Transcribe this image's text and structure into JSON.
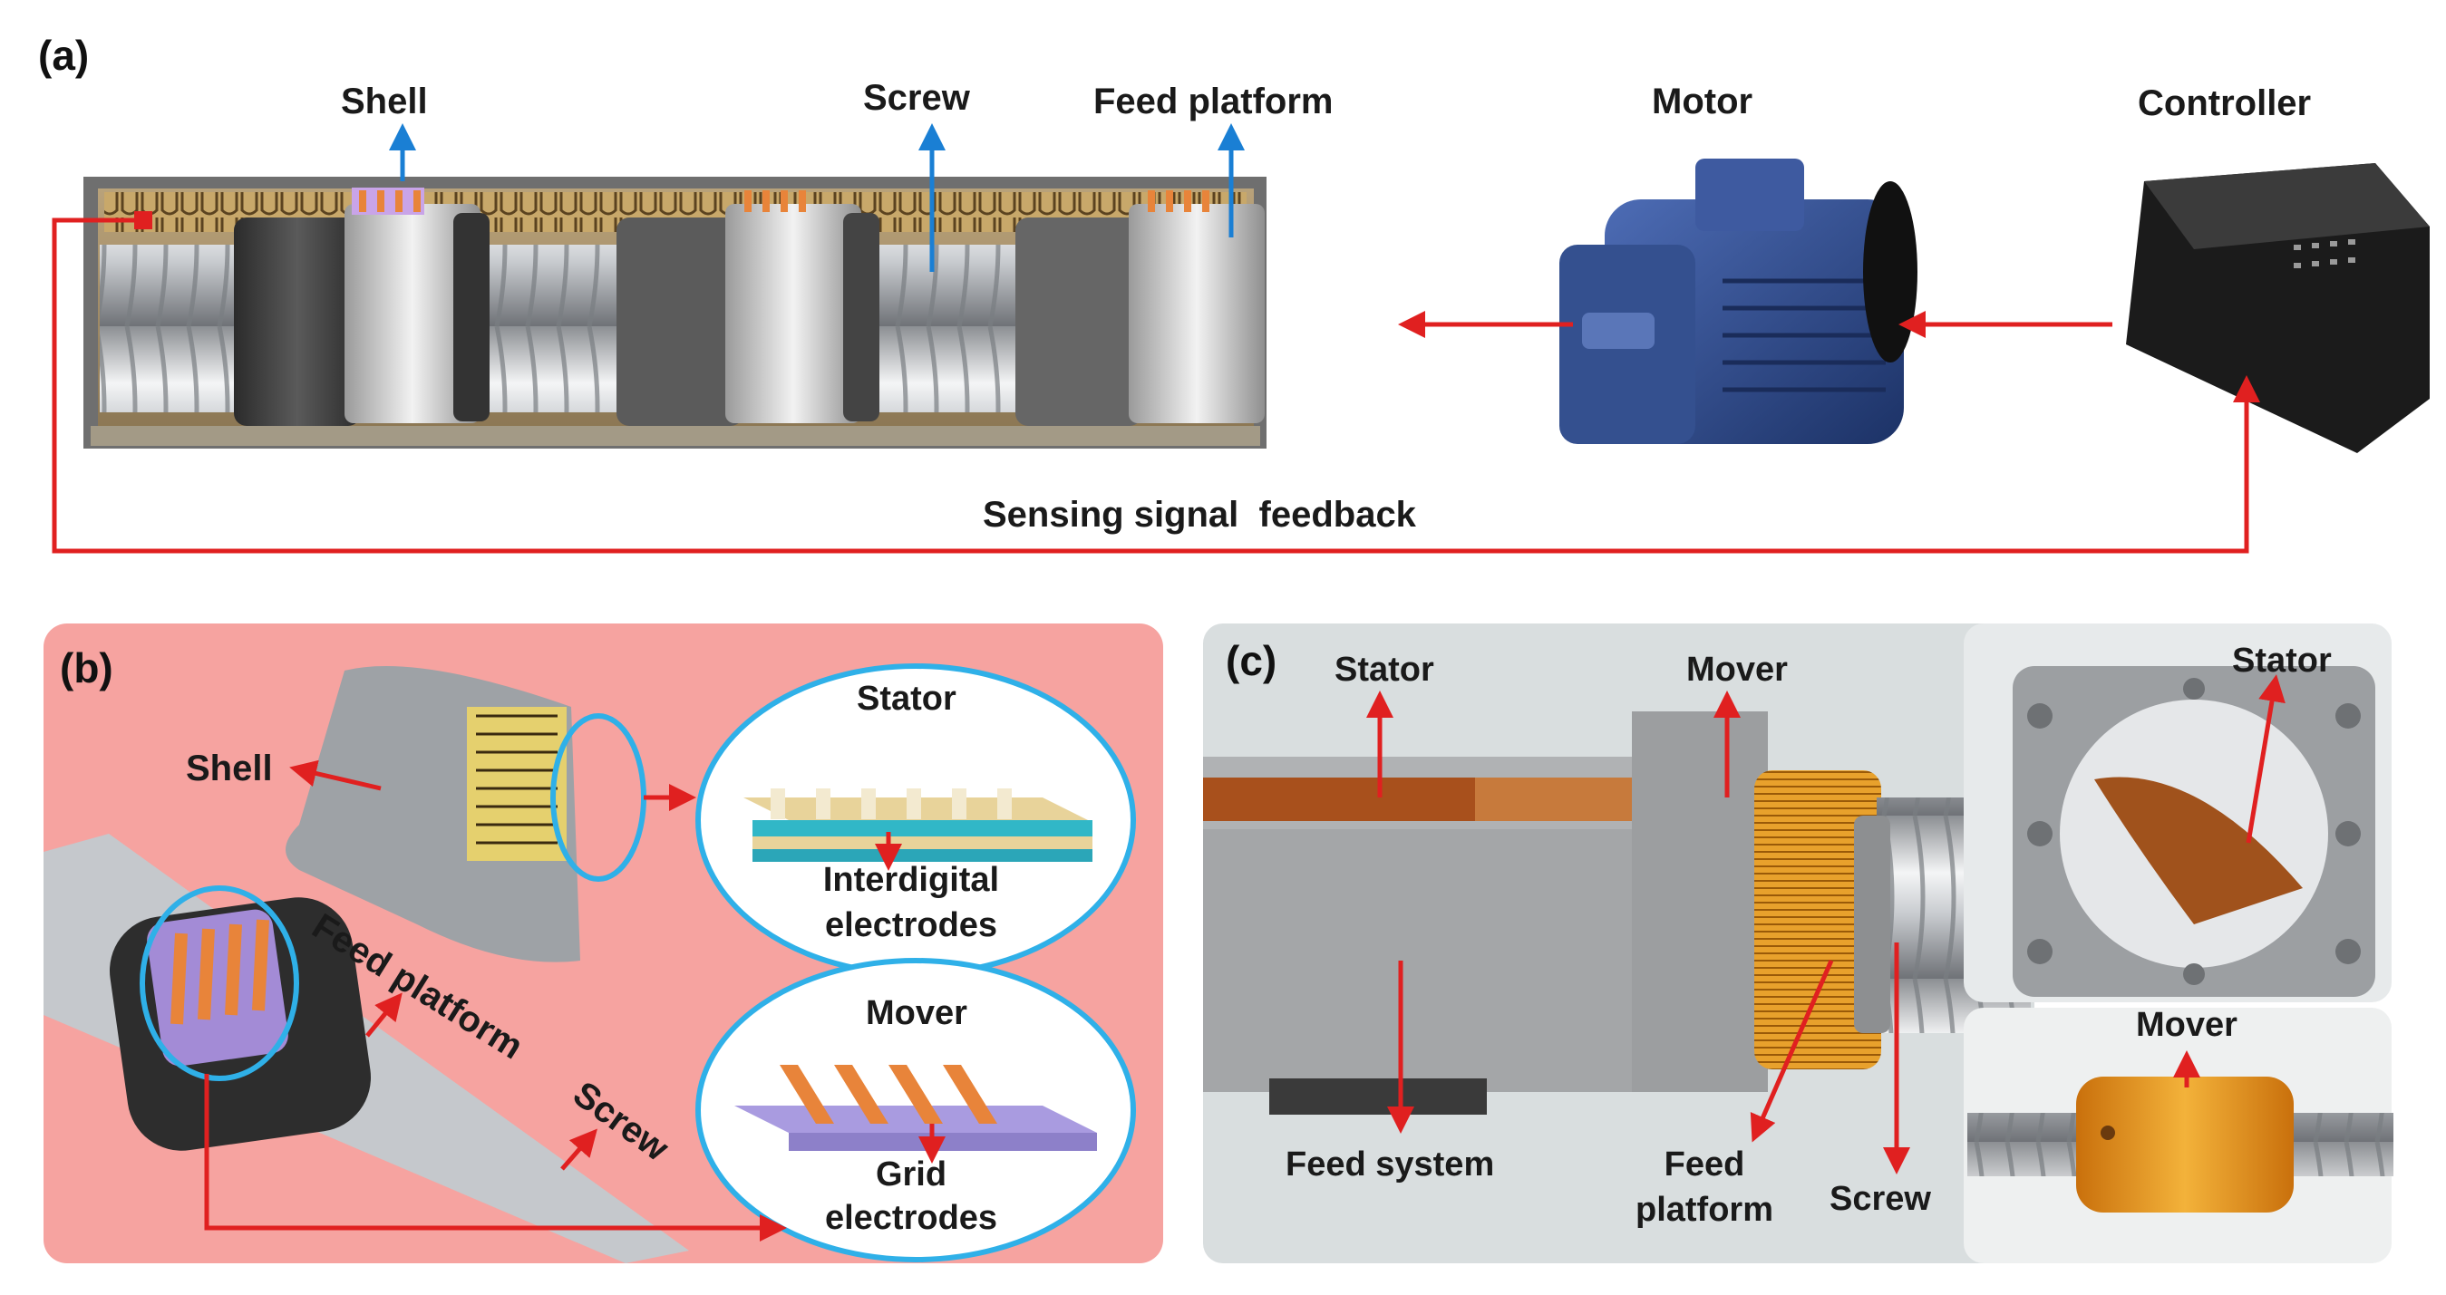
{
  "panel_a": {
    "tag": "(a)",
    "labels": {
      "shell": "Shell",
      "screw": "Screw",
      "feed_platform": "Feed platform",
      "motor": "Motor",
      "controller": "Controller",
      "feedback": "Sensing signal  feedback"
    }
  },
  "panel_b": {
    "tag": "(b)",
    "labels": {
      "shell": "Shell",
      "feed_platform": "Feed platform",
      "screw": "Screw",
      "stator": "Stator",
      "interdigital_1": "Interdigital",
      "interdigital_2": "electrodes",
      "mover": "Mover",
      "grid_1": "Grid",
      "grid_2": "electrodes"
    }
  },
  "panel_c": {
    "tag": "(c)",
    "labels": {
      "stator": "Stator",
      "mover": "Mover",
      "feed_system": "Feed system",
      "feed_1": "Feed",
      "feed_2": "platform",
      "screw": "Screw",
      "stator_right": "Stator",
      "mover_right": "Mover"
    }
  },
  "colors": {
    "red_arrow": "#e02020",
    "blue_arrow": "#1a7fd4",
    "panel_b_bg": "#f6a3a0",
    "panel_c_bg": "#d9dedf",
    "electrode_orange": "#e8843a",
    "stator_gold": "#e2c98a",
    "mover_purple": "#a99be0",
    "motor_blue": "#2c4a8c"
  }
}
